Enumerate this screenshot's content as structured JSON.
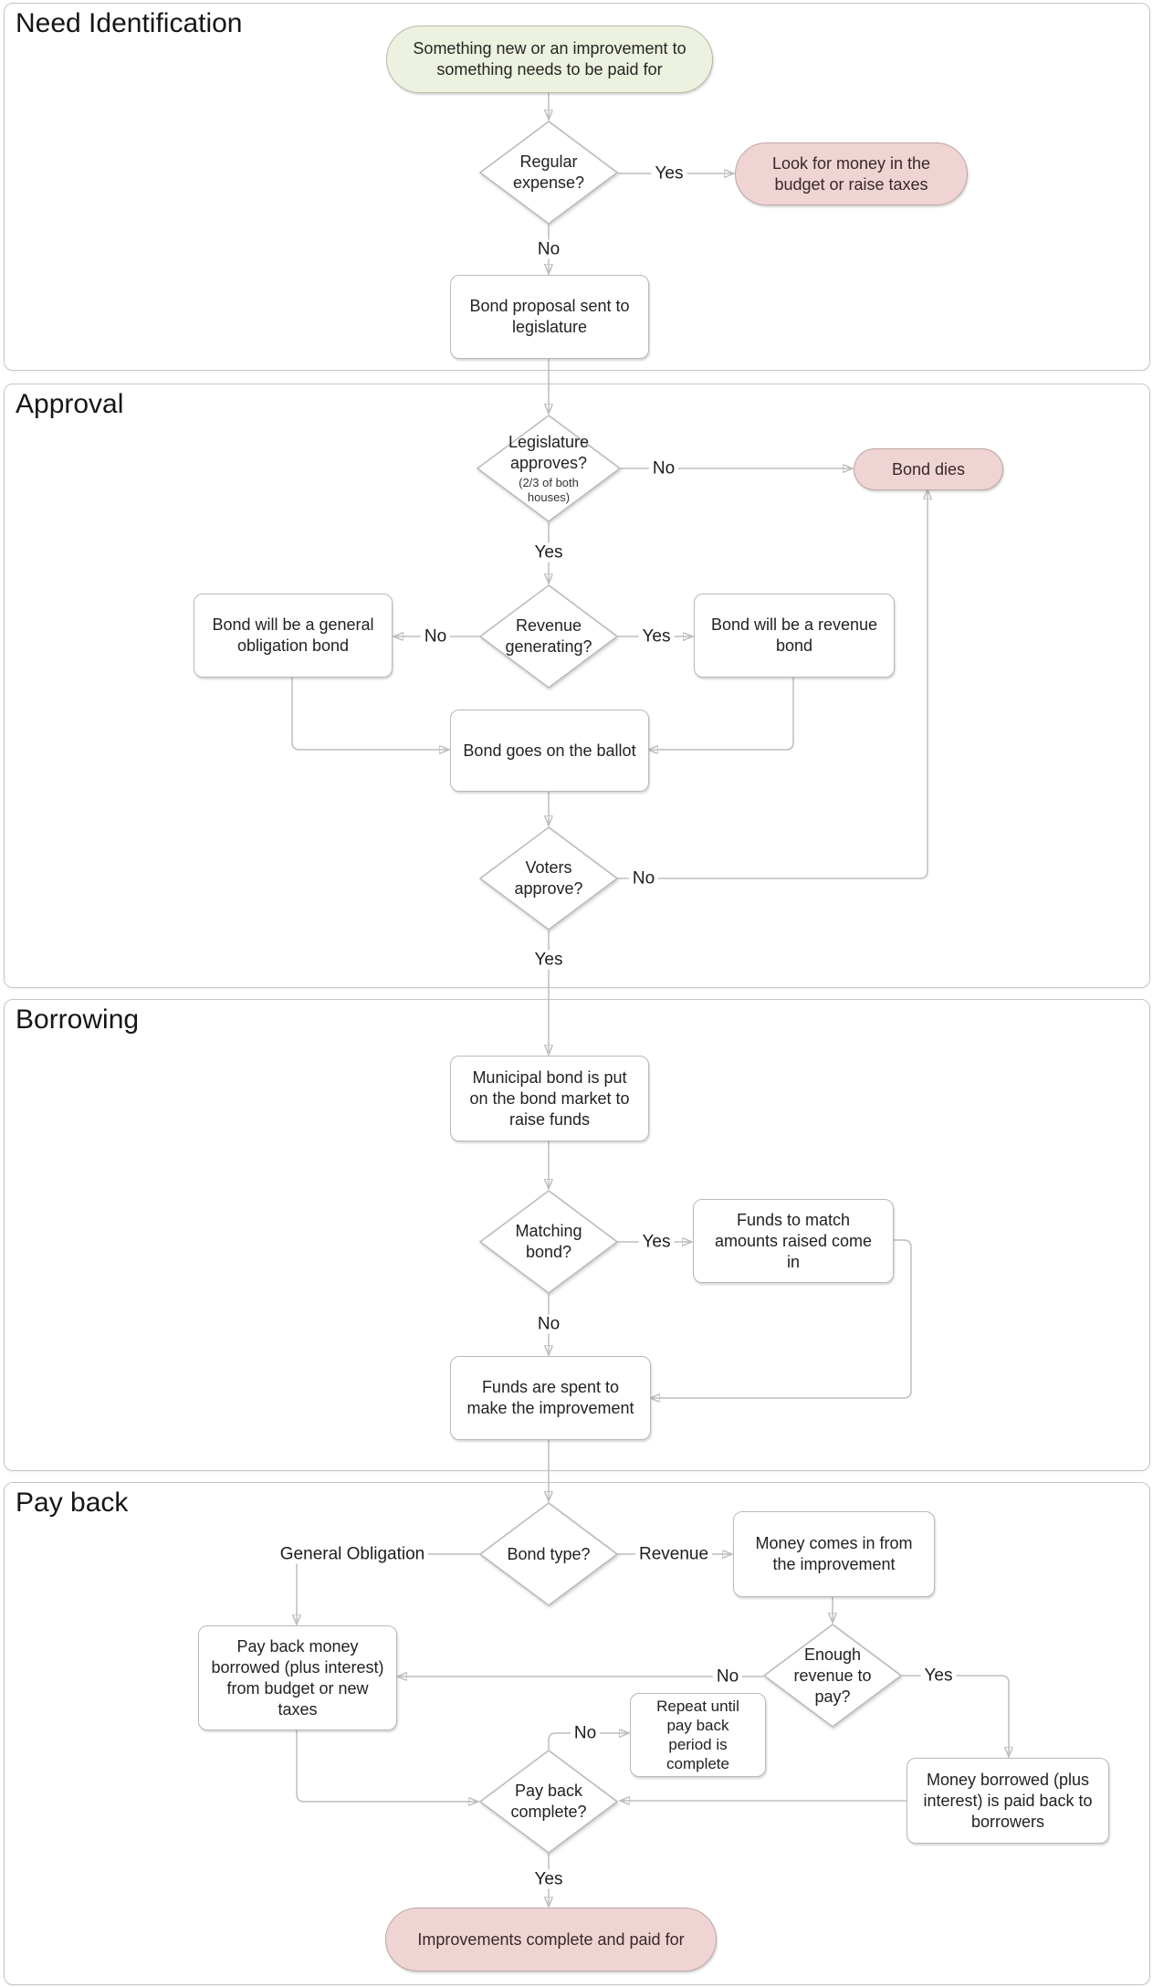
{
  "sections": [
    {
      "title": "Need Identification"
    },
    {
      "title": "Approval"
    },
    {
      "title": "Borrowing"
    },
    {
      "title": "Pay back"
    }
  ],
  "nodes": {
    "start": {
      "label": "Something new or an improvement to\nsomething needs to be paid for"
    },
    "regular_expense": {
      "label": "Regular\nexpense?"
    },
    "look_for_money": {
      "label": "Look for money in the\nbudget or raise taxes"
    },
    "bond_proposal": {
      "label": "Bond proposal sent to\nlegislature"
    },
    "legislature_approves": {
      "label": "Legislature\napproves?",
      "sublabel": "(2/3 of both\nhouses)"
    },
    "bond_dies": {
      "label": "Bond dies"
    },
    "revenue_generating": {
      "label": "Revenue\ngenerating?"
    },
    "general_obligation_bond": {
      "label": "Bond will be a general\nobligation bond"
    },
    "revenue_bond": {
      "label": "Bond will be a revenue\nbond"
    },
    "ballot": {
      "label": "Bond goes on the ballot"
    },
    "voters_approve": {
      "label": "Voters\napprove?"
    },
    "municipal_bond_market": {
      "label": "Municipal bond is put\non the bond market to\nraise funds"
    },
    "matching_bond": {
      "label": "Matching\nbond?"
    },
    "funds_match": {
      "label": "Funds to match\namounts raised come\nin"
    },
    "funds_spent": {
      "label": "Funds are spent to\nmake the improvement"
    },
    "bond_type": {
      "label": "Bond type?"
    },
    "money_comes_in": {
      "label": "Money comes in from\nthe improvement"
    },
    "enough_revenue": {
      "label": "Enough\nrevenue to\npay?"
    },
    "pay_back_money": {
      "label": "Pay back money\nborrowed (plus interest)\nfrom budget or new\ntaxes"
    },
    "repeat_until": {
      "label": "Repeat until\npay back\nperiod is\ncomplete"
    },
    "money_paid_back": {
      "label": "Money borrowed (plus\ninterest) is paid back to\nborrowers"
    },
    "pay_back_complete": {
      "label": "Pay back\ncomplete?"
    },
    "improvements_complete": {
      "label": "Improvements complete and paid for"
    }
  },
  "edge_labels": {
    "yes": "Yes",
    "no": "No",
    "general_obligation": "General Obligation",
    "revenue": "Revenue"
  },
  "colors": {
    "terminal_green_fill": "#edf1e0",
    "terminal_green_border": "#b4bba4",
    "terminal_pink_fill": "#f0d3d3",
    "terminal_pink_border": "#bda7a7",
    "process_fill": "#ffffff",
    "process_border": "#b9b9b9",
    "connector_line": "#bdbdbd",
    "section_border": "#c6c6c6",
    "text": "#222222"
  }
}
